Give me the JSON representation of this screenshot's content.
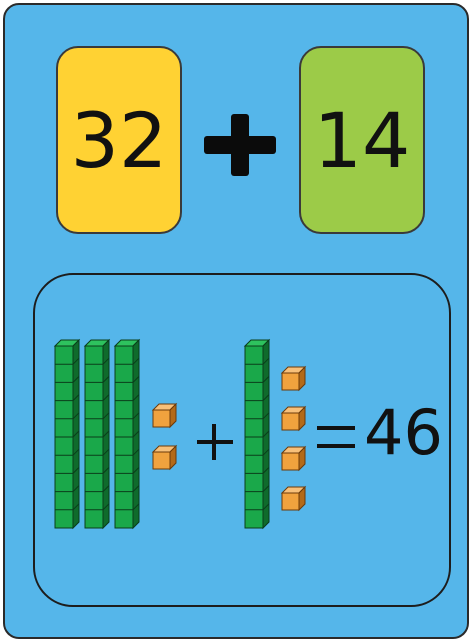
{
  "equation": {
    "first_addend": "32",
    "second_addend": "14",
    "sum": "46",
    "operator_icon": "plus-icon",
    "equals_icon": "equals-icon"
  },
  "blocks": {
    "left_tens": 3,
    "left_ones": 2,
    "right_tens": 1,
    "right_ones": 4
  },
  "colors": {
    "background": "#55b6ea",
    "first_card": "#ffd233",
    "second_card": "#9ccb48",
    "ten_rod": "#1aa84a",
    "unit_cube": "#f0a23e"
  }
}
